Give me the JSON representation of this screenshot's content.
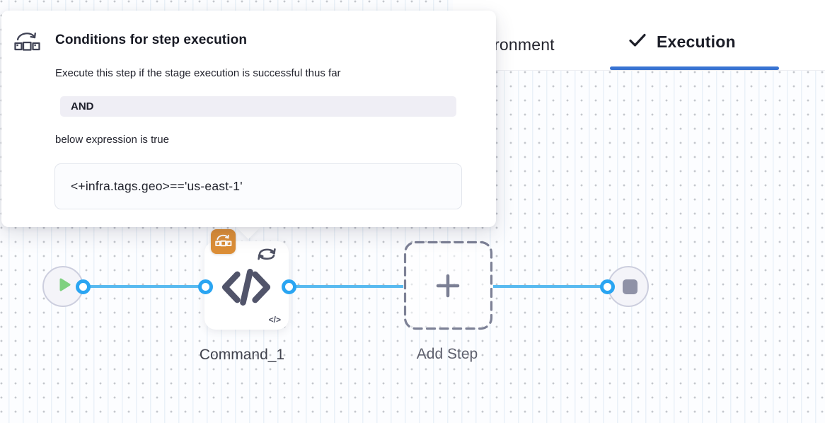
{
  "popover": {
    "title": "Conditions for step execution",
    "description": "Execute this step if the stage execution is successful thus far",
    "operator": "AND",
    "expression_intro": "below expression is true",
    "expression": "<+infra.tags.geo>=='us-east-1'"
  },
  "tabs": {
    "environment_partial": "ronment",
    "execution": "Execution"
  },
  "pipeline": {
    "step_label": "Command_1",
    "add_step_label": "Add Step",
    "mini_code_glyph": "</>"
  },
  "colors": {
    "edge_blue": "#58baf0",
    "port_blue": "#2aa5f2",
    "tab_underline_blue": "#3873d2",
    "badge_orange": "#dc8e37",
    "play_green": "#7fd180",
    "icon_slate": "#51546a",
    "terminal_fill": "#f4f4f9",
    "terminal_border": "#cccede"
  }
}
